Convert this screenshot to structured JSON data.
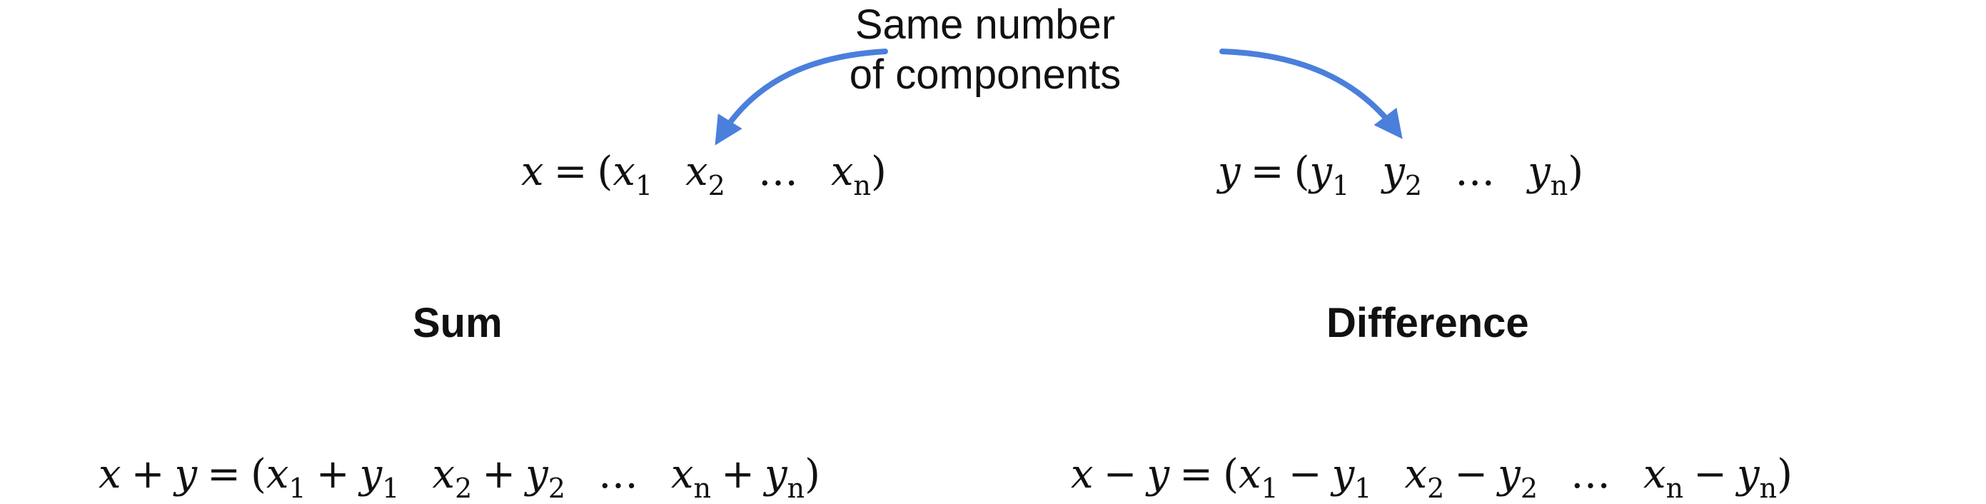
{
  "annotation": {
    "line1": "Same number",
    "line2": "of components"
  },
  "colors": {
    "arrow": "#4a7fdc",
    "text": "#111111"
  },
  "vectors": {
    "x": {
      "name": "x",
      "components": [
        {
          "base": "x",
          "index": "1"
        },
        {
          "base": "x",
          "index": "2"
        },
        {
          "base": "…",
          "index": ""
        },
        {
          "base": "x",
          "index": "n"
        }
      ]
    },
    "y": {
      "name": "y",
      "components": [
        {
          "base": "y",
          "index": "1"
        },
        {
          "base": "y",
          "index": "2"
        },
        {
          "base": "…",
          "index": ""
        },
        {
          "base": "y",
          "index": "n"
        }
      ]
    }
  },
  "operations": {
    "sum": {
      "title": "Sum",
      "lhs_left": "x",
      "op": "+",
      "lhs_right": "y"
    },
    "difference": {
      "title": "Difference",
      "lhs_left": "x",
      "op": "−",
      "lhs_right": "y"
    }
  },
  "symbols": {
    "equals": "=",
    "open": "(",
    "close": ")",
    "ellipsis": "…"
  }
}
